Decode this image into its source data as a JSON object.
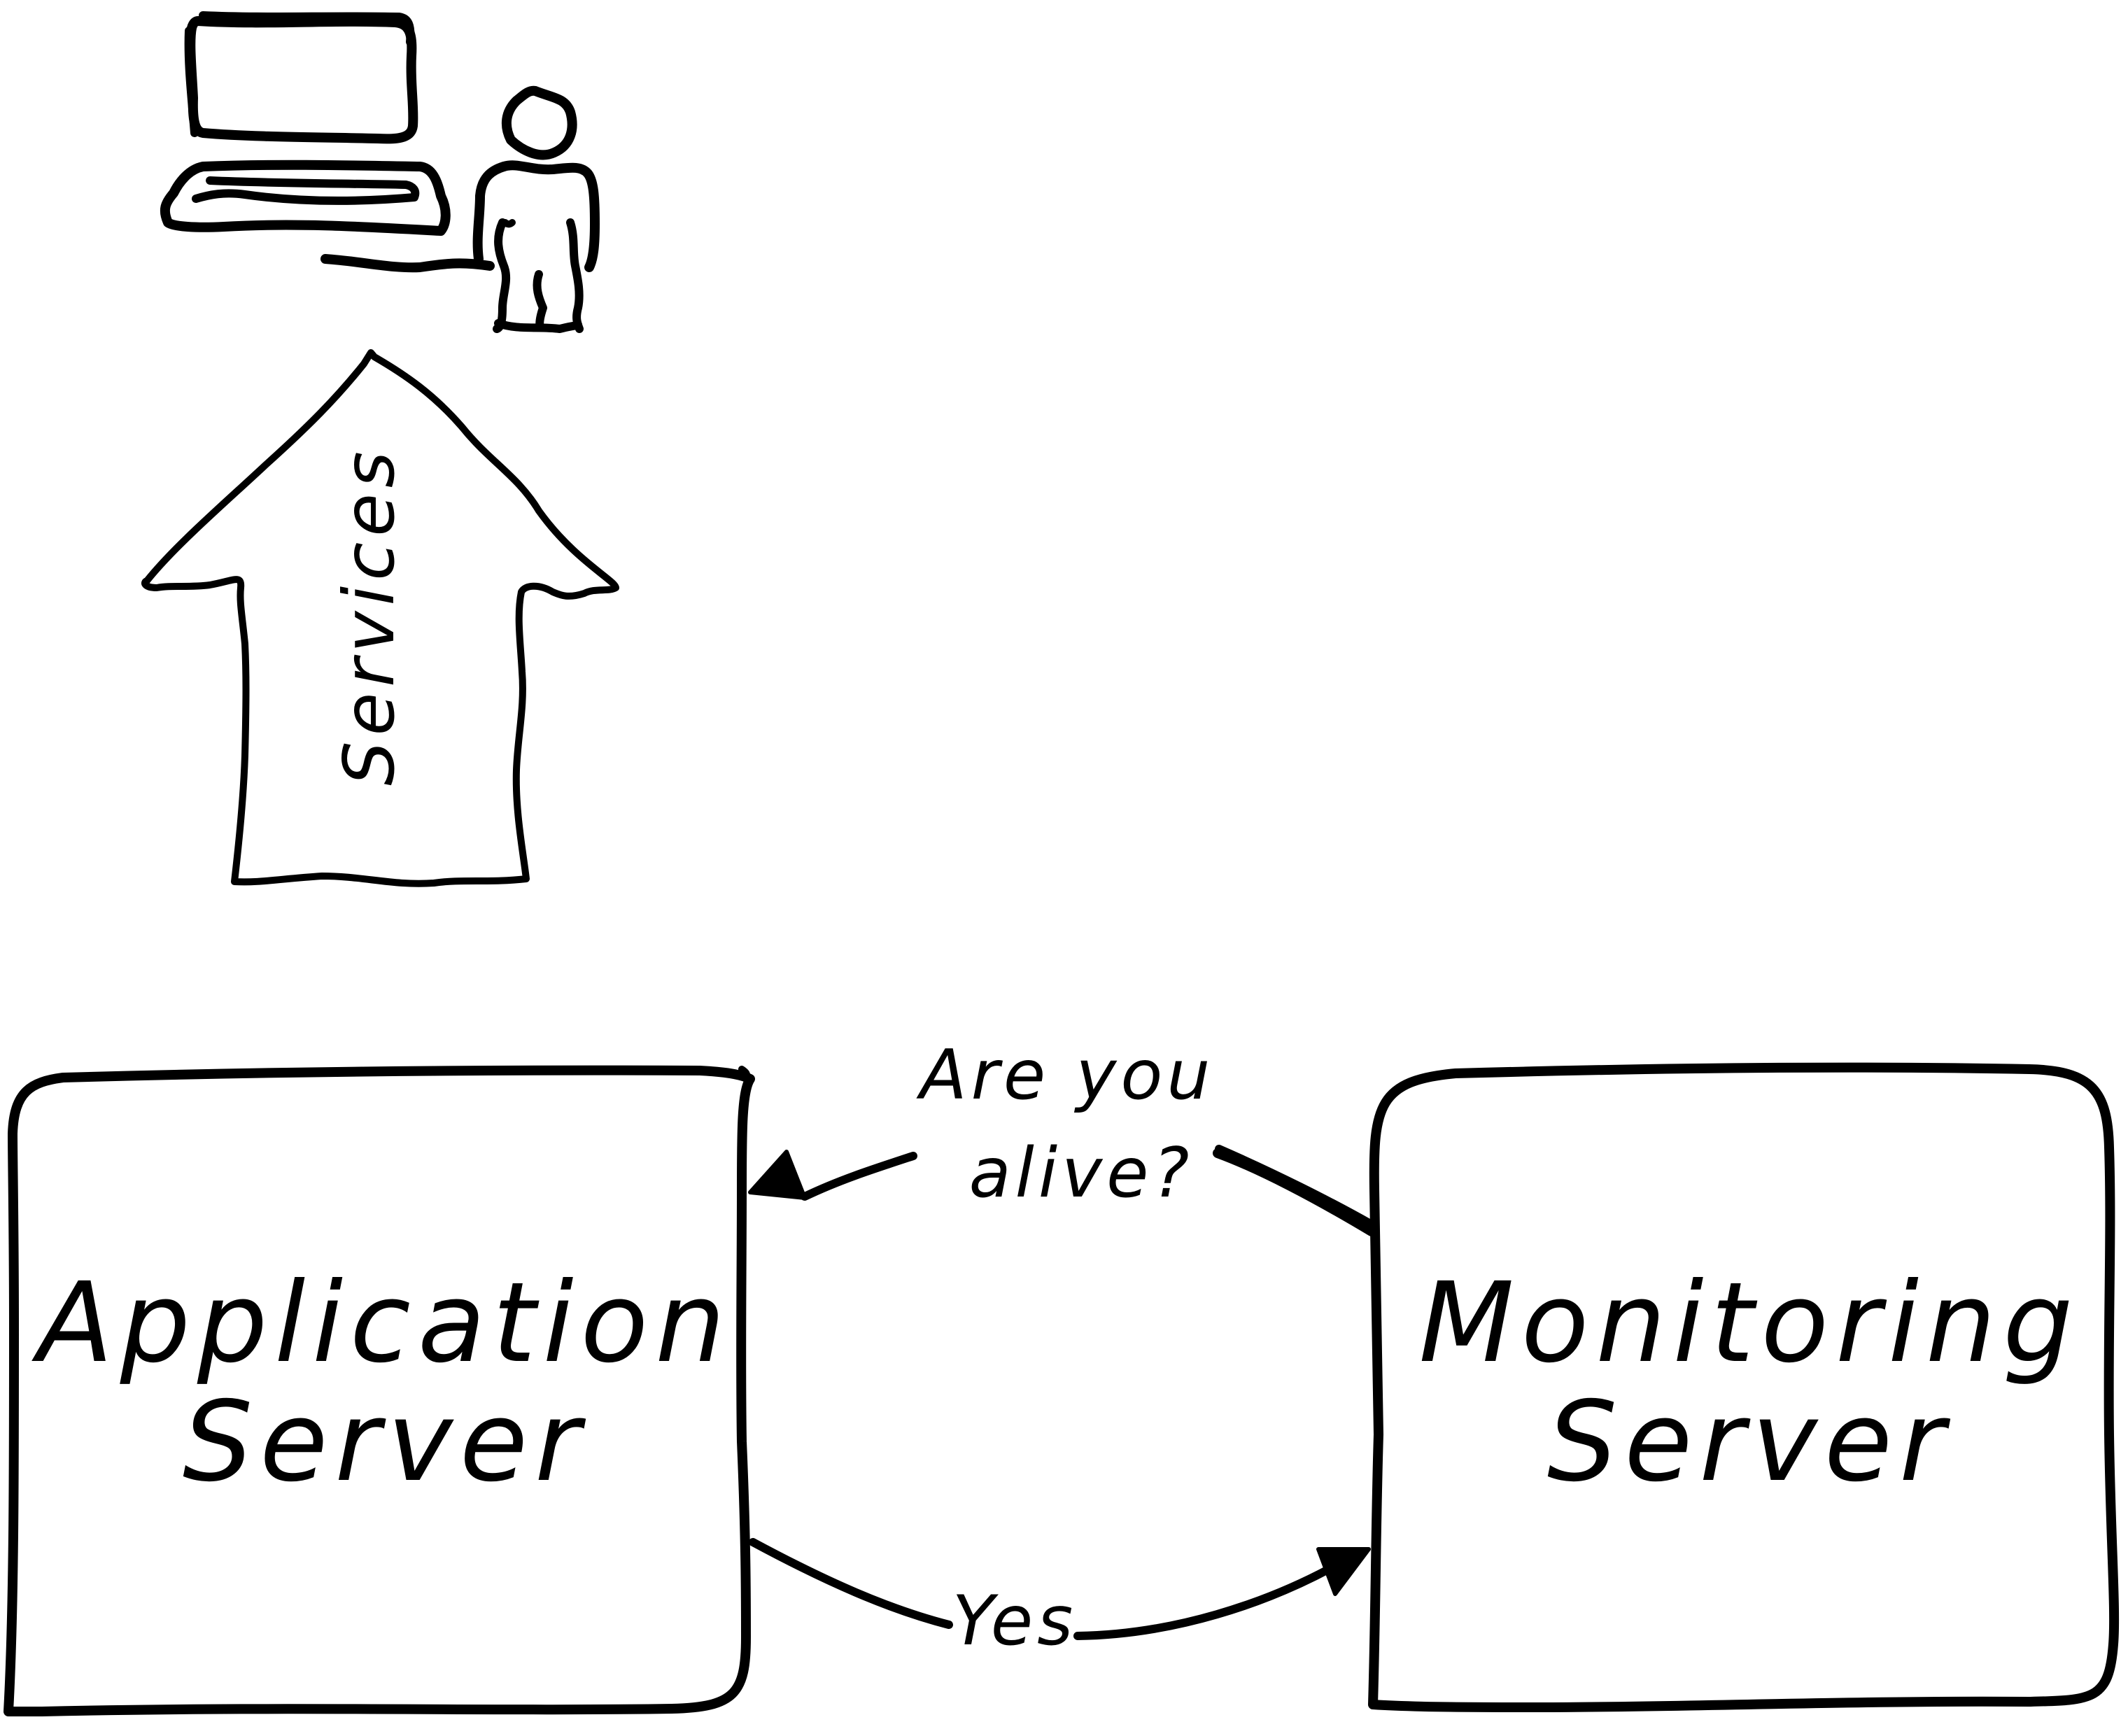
{
  "nodes": {
    "application_server": {
      "line1": "Application",
      "line2": "Server"
    },
    "monitoring_server": {
      "line1": "Monitoring",
      "line2": "Server"
    }
  },
  "edges": {
    "query": {
      "line1": "Are you",
      "line2": "alive?"
    },
    "reply": {
      "label": "Yes"
    }
  },
  "services_arrow": {
    "label": "Services"
  },
  "icons": [
    "user-at-computer-icon"
  ],
  "colors": {
    "ink": "#000000",
    "background": "#ffffff"
  }
}
